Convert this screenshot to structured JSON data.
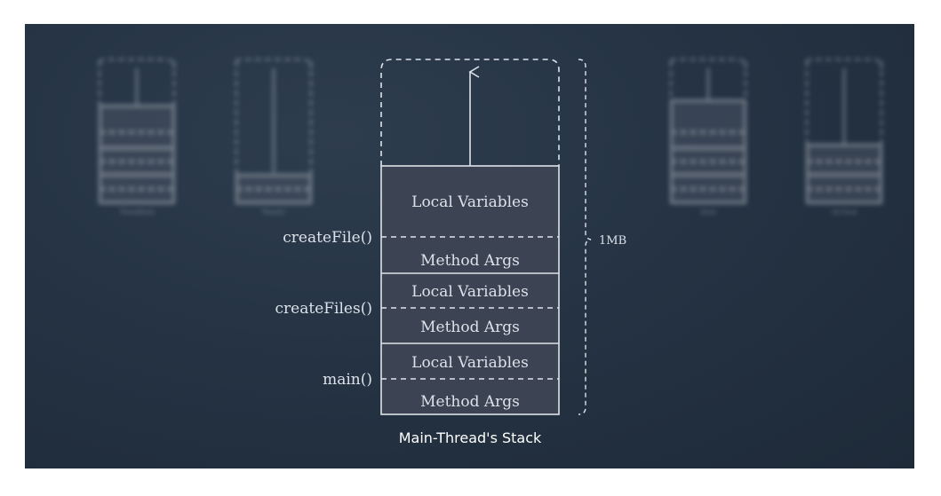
{
  "main_stack": {
    "caption": "Main-Thread's Stack",
    "size_label": "1MB",
    "frames": [
      {
        "method": "createFile()",
        "local_label": "Local Variables",
        "args_label": "Method Args"
      },
      {
        "method": "createFiles()",
        "local_label": "Local Variables",
        "args_label": "Method Args"
      },
      {
        "method": "main()",
        "local_label": "Local Variables",
        "args_label": "Method Args"
      }
    ]
  },
  "background_stacks": [
    {
      "caption": "ThreadStack"
    },
    {
      "caption": "Thread-1"
    },
    {
      "caption": "Stack"
    },
    {
      "caption": "eth Stack"
    }
  ],
  "colors": {
    "background": "#253344",
    "box_fill": "#3c4352",
    "stroke": "#dfe3ea",
    "text": "#dde2ea"
  }
}
